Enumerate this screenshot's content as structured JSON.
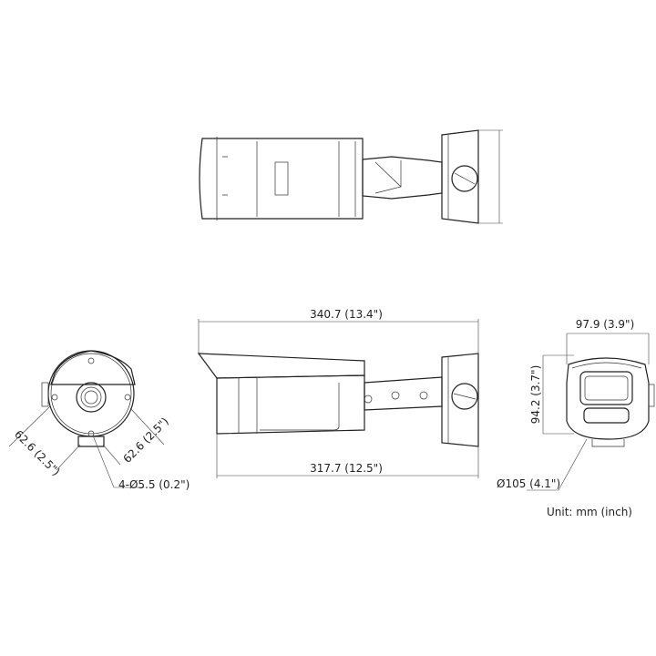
{
  "dimensions": {
    "overall_length": "340.7 (13.4\")",
    "body_length": "317.7 (12.5\")",
    "front_width": "97.9 (3.9\")",
    "front_height": "94.2 (3.7\")",
    "mount_diameter": "Ø105 (4.1\")",
    "hole_spacing_left": "62.6 (2.5\")",
    "hole_spacing_right": "62.6 (2.5\")",
    "mount_holes": "4-Ø5.5 (0.2\")"
  },
  "unit_note": "Unit: mm (inch)",
  "colors": {
    "line": "#222222",
    "background": "#ffffff"
  }
}
